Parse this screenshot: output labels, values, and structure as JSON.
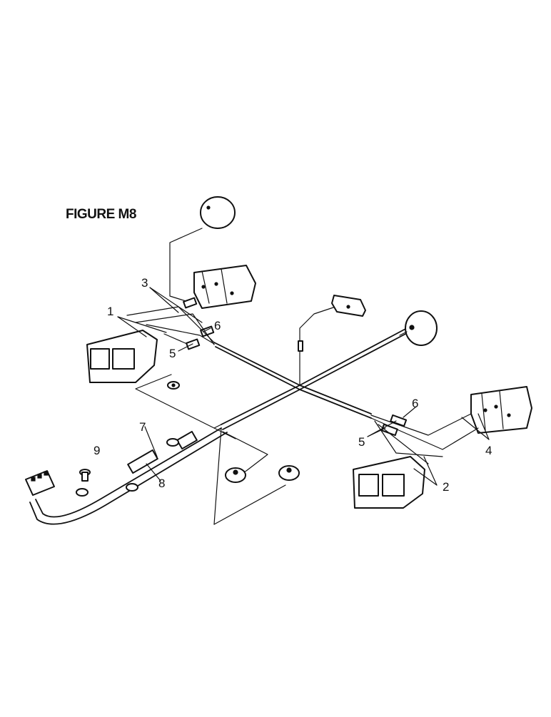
{
  "figure": {
    "title": "FIGURE M8"
  },
  "callouts": [
    "1",
    "2",
    "3",
    "4",
    "5",
    "5",
    "6",
    "6",
    "7",
    "8",
    "9"
  ]
}
